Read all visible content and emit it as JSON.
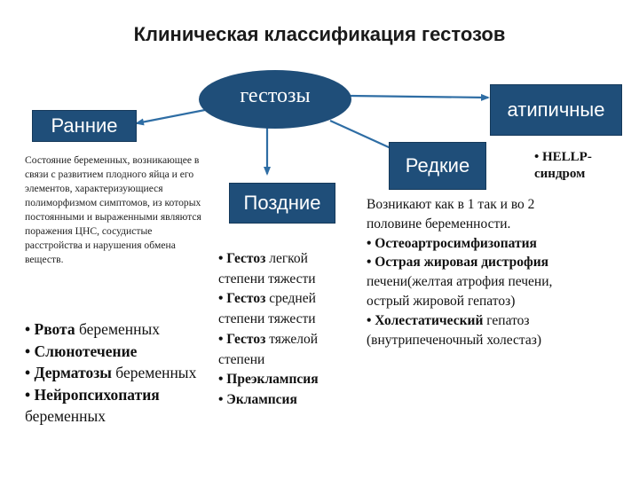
{
  "title": "Клиническая классификация гестозов",
  "nodes": {
    "gestosis": "гестозы",
    "early": "Ранние",
    "late": "Поздние",
    "atypical": "атипичные",
    "rare": "Редкие",
    "hellp": "• HELLP-синдром"
  },
  "early": {
    "description": "Состояние беременных, возникающее в связи с развитием плодного яйца и его элементов, характеризующиеся полиморфизмом симптомов, из которых постоянными и выраженными являются поражения ЦНС, сосудистые расстройства и нарушения обмена веществ.",
    "items": [
      {
        "bold": "• Рвота",
        "rest": " беременных"
      },
      {
        "bold": "• Слюнотечение",
        "rest": ""
      },
      {
        "bold": "• Дерматозы",
        "rest": " беременных"
      },
      {
        "bold": "• Нейропсихопатия",
        "rest": " беременных"
      }
    ]
  },
  "late": {
    "items": [
      {
        "bold": "• Гестоз",
        "rest": " легкой степени тяжести"
      },
      {
        "bold": "• Гестоз",
        "rest": " средней степени тяжести"
      },
      {
        "bold": "• Гестоз",
        "rest": " тяжелой степени"
      },
      {
        "bold": "• Преэклампсия",
        "rest": ""
      },
      {
        "bold": "• Эклампсия",
        "rest": ""
      }
    ]
  },
  "rare": {
    "intro": "Возникают как в 1 так и во 2 половине беременности.",
    "items": [
      {
        "bold": "• Остеоартросимфизопатия",
        "rest": ""
      },
      {
        "bold": "• Острая жировая дистрофия",
        "rest": " печени(желтая атрофия печени, острый жировой гепатоз)"
      },
      {
        "bold": "• Холестатический",
        "rest": " гепатоз (внутрипеченочный холестаз)"
      }
    ]
  },
  "colors": {
    "box_fill": "#1f4e79",
    "box_text": "#ffffff",
    "arrow": "#2e6da4"
  }
}
